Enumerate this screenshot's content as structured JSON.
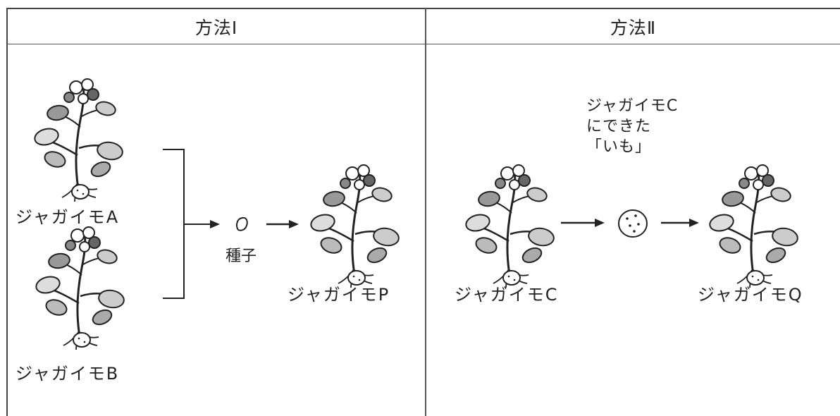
{
  "headers": {
    "method_1": "方法Ⅰ",
    "method_2": "方法Ⅱ"
  },
  "method_1": {
    "plant_a": "ジャガイモA",
    "plant_b": "ジャガイモB",
    "seed_label": "種子",
    "plant_p": "ジャガイモP"
  },
  "method_2": {
    "plant_c": "ジャガイモC",
    "tuber_note": [
      "ジャガイモC",
      "にできた",
      "「いも」"
    ],
    "plant_q": "ジャガイモQ"
  }
}
